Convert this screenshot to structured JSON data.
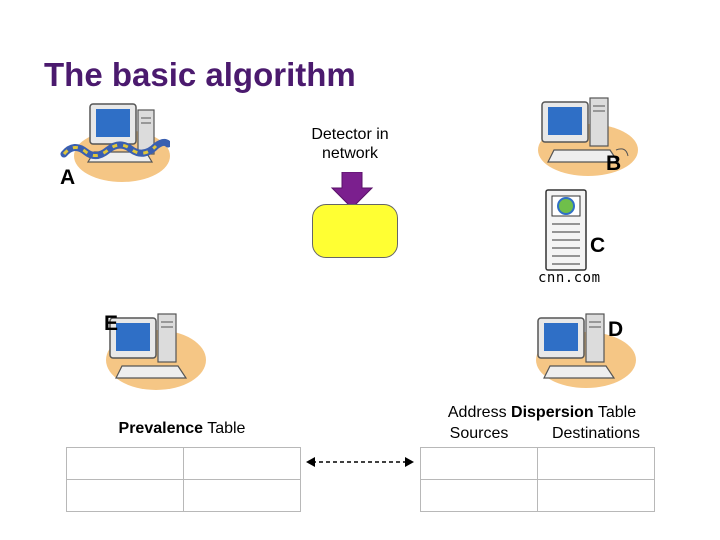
{
  "slide": {
    "title": "The basic algorithm"
  },
  "nodes": {
    "a": "A",
    "b": "B",
    "c": "C",
    "d": "D",
    "e": "E"
  },
  "detector": {
    "label_line1": "Detector in",
    "label_line2": "network",
    "fill_color": "#ffff33",
    "arrow_color": "#7b1f8e"
  },
  "server": {
    "caption": "cnn.com"
  },
  "prevalence_table": {
    "title_bold": "Prevalence",
    "title_rest": " Table",
    "rows": [
      [
        "",
        ""
      ],
      [
        "",
        ""
      ]
    ]
  },
  "dispersion_table": {
    "title_prefix": "Address ",
    "title_bold": "Dispersion",
    "title_rest": " Table",
    "col_sources": "Sources",
    "col_destinations": "Destinations",
    "rows": [
      [
        "",
        ""
      ],
      [
        "",
        ""
      ]
    ]
  },
  "colors": {
    "title": "#4b1a6e",
    "link_arrow": "#000000"
  }
}
